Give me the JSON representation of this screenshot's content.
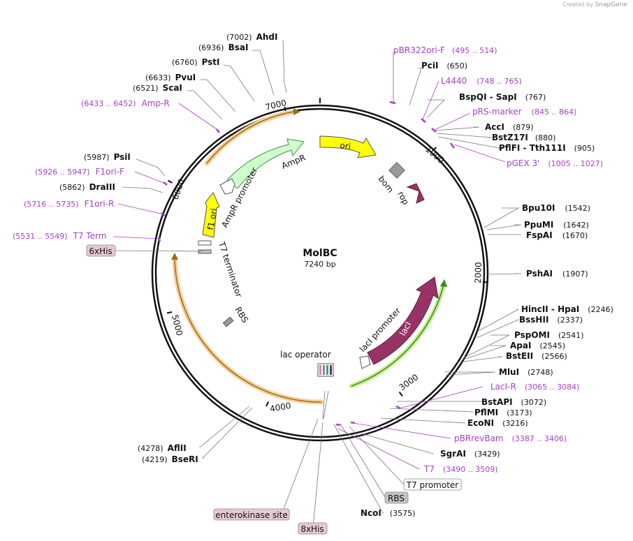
{
  "plasmid": {
    "name": "MolBC",
    "size_label": "7240 bp",
    "length": 7240
  },
  "credit": {
    "prefix": "Created by",
    "brand": "SnapGene"
  },
  "ticks": [
    "1000",
    "2000",
    "3000",
    "4000",
    "5000",
    "6000",
    "7000"
  ],
  "enzymes": [
    {
      "name": "AhdI",
      "pos": "(7002)"
    },
    {
      "name": "BsaI",
      "pos": "(6936)"
    },
    {
      "name": "PstI",
      "pos": "(6760)"
    },
    {
      "name": "PvuI",
      "pos": "(6633)"
    },
    {
      "name": "ScaI",
      "pos": "(6521)"
    },
    {
      "name": "PsiI",
      "pos": "(5987)"
    },
    {
      "name": "DraIII",
      "pos": "(5862)"
    },
    {
      "name": "PciI",
      "pos": "(650)"
    },
    {
      "name": "BspQI - SapI",
      "pos": "(767)"
    },
    {
      "name": "AccI",
      "pos": "(879)"
    },
    {
      "name": "BstZ17I",
      "pos": "(880)"
    },
    {
      "name": "PflFI - Tth111I",
      "pos": "(905)"
    },
    {
      "name": "Bpu10I",
      "pos": "(1542)"
    },
    {
      "name": "PpuMI",
      "pos": "(1642)"
    },
    {
      "name": "FspAI",
      "pos": "(1670)"
    },
    {
      "name": "PshAI",
      "pos": "(1907)"
    },
    {
      "name": "HincII - HpaI",
      "pos": "(2246)"
    },
    {
      "name": "BssHII",
      "pos": "(2337)"
    },
    {
      "name": "PspOMI",
      "pos": "(2541)"
    },
    {
      "name": "ApaI",
      "pos": "(2545)"
    },
    {
      "name": "BstEII",
      "pos": "(2566)"
    },
    {
      "name": "MluI",
      "pos": "(2748)"
    },
    {
      "name": "BstAPI",
      "pos": "(3072)"
    },
    {
      "name": "PflMI",
      "pos": "(3173)"
    },
    {
      "name": "EcoNI",
      "pos": "(3216)"
    },
    {
      "name": "SgrAI",
      "pos": "(3429)"
    },
    {
      "name": "NcoI",
      "pos": "(3575)"
    },
    {
      "name": "AflII",
      "pos": "(4278)"
    },
    {
      "name": "BseRI",
      "pos": "(4219)"
    }
  ],
  "primers": [
    {
      "name": "pBR322ori-F",
      "range": "(495 .. 514)"
    },
    {
      "name": "L4440",
      "range": "(748 .. 765)"
    },
    {
      "name": "pRS-marker",
      "range": "(845 .. 864)"
    },
    {
      "name": "pGEX 3'",
      "range": "(1005 .. 1027)"
    },
    {
      "name": "LacI-R",
      "range": "(3065 .. 3084)"
    },
    {
      "name": "pBRrevBam",
      "range": "(3387 .. 3406)"
    },
    {
      "name": "T7",
      "range": "(3490 .. 3509)"
    },
    {
      "name": "Amp-R",
      "range": "(6433 .. 6452)"
    },
    {
      "name": "F1ori-F",
      "range": "(5926 .. 5947)"
    },
    {
      "name": "F1ori-R",
      "range": "(5716 .. 5735)"
    },
    {
      "name": "T7 Term",
      "range": "(5531 .. 5549)"
    }
  ],
  "boxed_labels": [
    "6xHis",
    "T7 promoter",
    "RBS",
    "enterokinase site",
    "8xHis"
  ],
  "features": [
    "ori",
    "bom",
    "rop",
    "AmpR",
    "AmpR promoter",
    "f1 ori",
    "T7 terminator",
    "RBS",
    "lac operator",
    "lacI promoter",
    "lacI"
  ],
  "colors": {
    "primer": "#a63fc6",
    "ori": "#ffff00",
    "ampr": "#ccffcc",
    "laci": "#993366",
    "rop": "#993366",
    "bom": "#999999",
    "orf_orange": "#f5c67a",
    "orf_green": "#b8e986"
  }
}
